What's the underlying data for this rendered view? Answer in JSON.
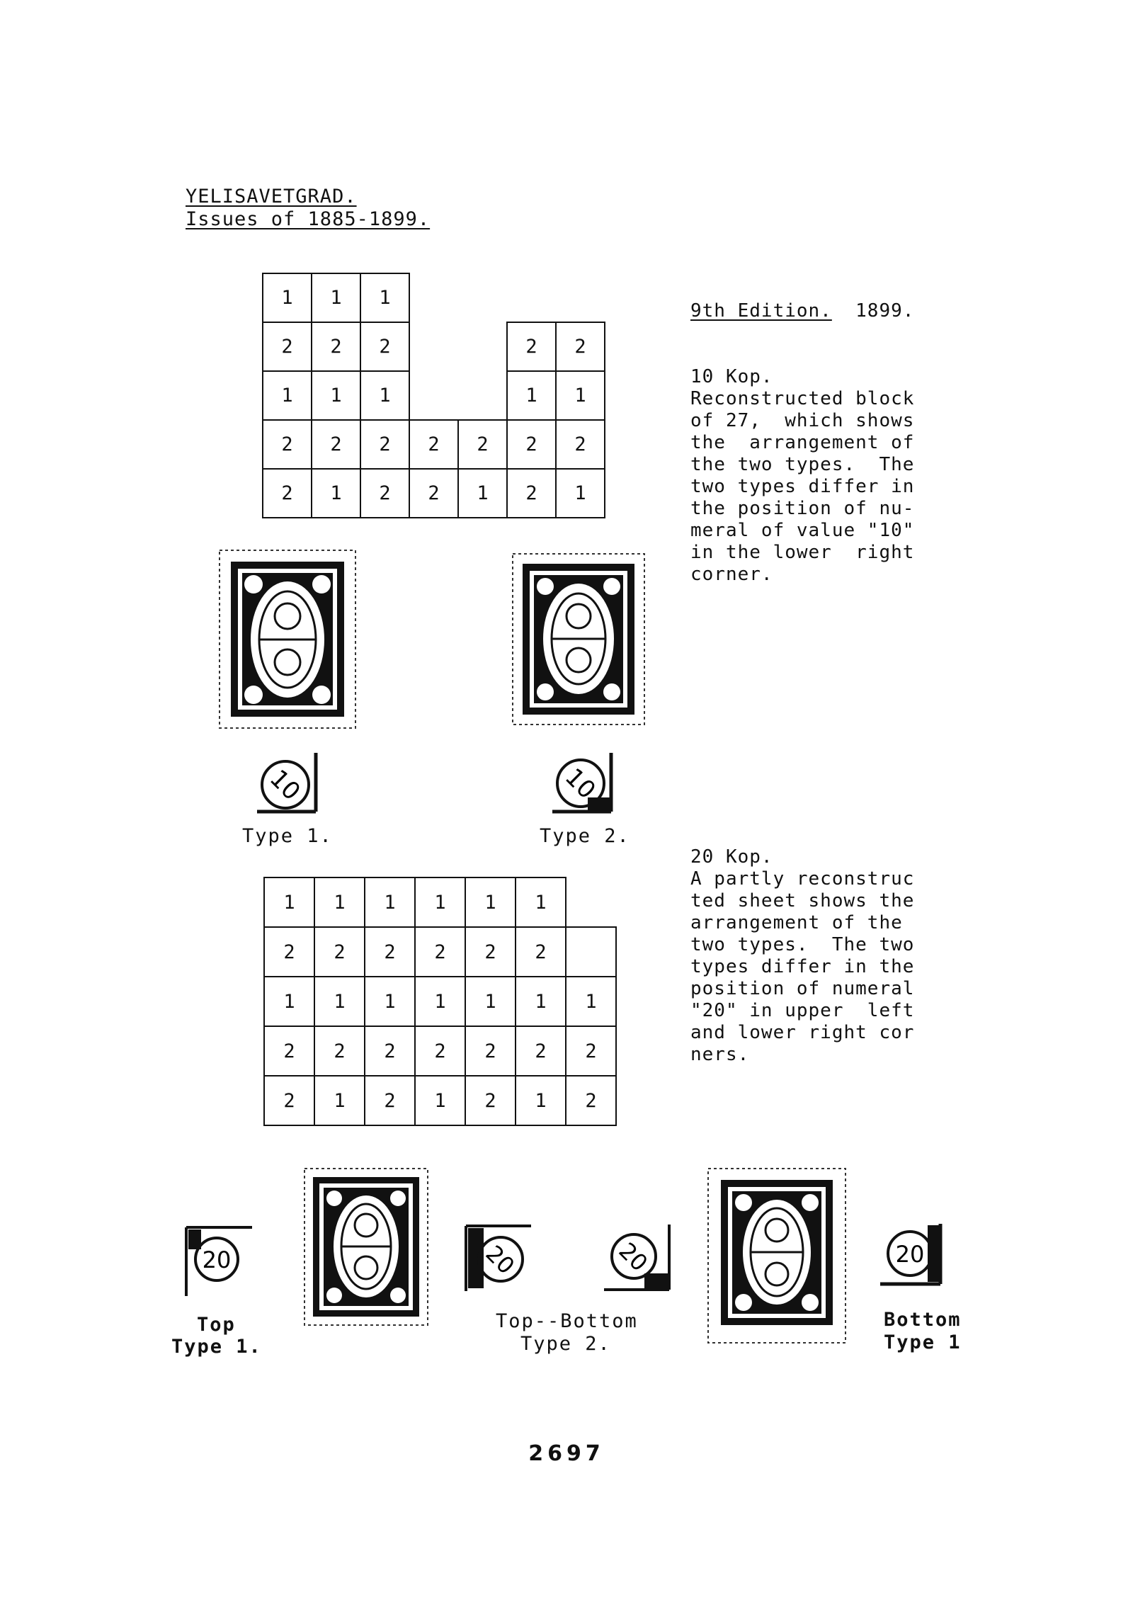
{
  "header": {
    "place": "YELISAVETGRAD.",
    "issues": "Issues of 1885-1899."
  },
  "section_10": {
    "edition": "9th Edition.",
    "year": "1899.",
    "lines": [
      "10 Kop.",
      "Reconstructed block",
      "of 27,  which shows",
      "the  arrangement of",
      "the two types.  The",
      "two types differ in",
      "the position of nu-",
      "meral of value \"10\"",
      "in the lower  right",
      "corner."
    ],
    "type1_label": "Type 1.",
    "type2_label": "Type 2.",
    "numeral": "10"
  },
  "grid_10": [
    [
      "1",
      "1",
      "1",
      "",
      "",
      "",
      ""
    ],
    [
      "2",
      "2",
      "2",
      "",
      "",
      "2",
      "2"
    ],
    [
      "1",
      "1",
      "1",
      "",
      "",
      "1",
      "1"
    ],
    [
      "2",
      "2",
      "2",
      "2",
      "2",
      "2",
      "2"
    ],
    [
      "2",
      "1",
      "2",
      "2",
      "1",
      "2",
      "1"
    ]
  ],
  "section_20": {
    "lines": [
      "20 Kop.",
      "A partly reconstruc",
      "ted sheet shows the",
      "arrangement of the",
      "two types.  The two",
      "types differ in the",
      "position of numeral",
      "\"20\" in upper  left",
      "and lower right cor",
      "ners."
    ],
    "numeral": "20",
    "label_top": "Top",
    "label_top_type": "Type 1.",
    "label_topbottom": "Top--Bottom",
    "label_topbottom_type": "Type 2.",
    "label_bottom": "Bottom",
    "label_bottom_type": "Type 1"
  },
  "grid_20": [
    [
      "1",
      "1",
      "1",
      "1",
      "1",
      "1",
      ""
    ],
    [
      "2",
      "2",
      "2",
      "2",
      "2",
      "2",
      ""
    ],
    [
      "1",
      "1",
      "1",
      "1",
      "1",
      "1",
      "1"
    ],
    [
      "2",
      "2",
      "2",
      "2",
      "2",
      "2",
      "2"
    ],
    [
      "2",
      "1",
      "2",
      "1",
      "2",
      "1",
      "2"
    ]
  ],
  "page_number": "2697"
}
